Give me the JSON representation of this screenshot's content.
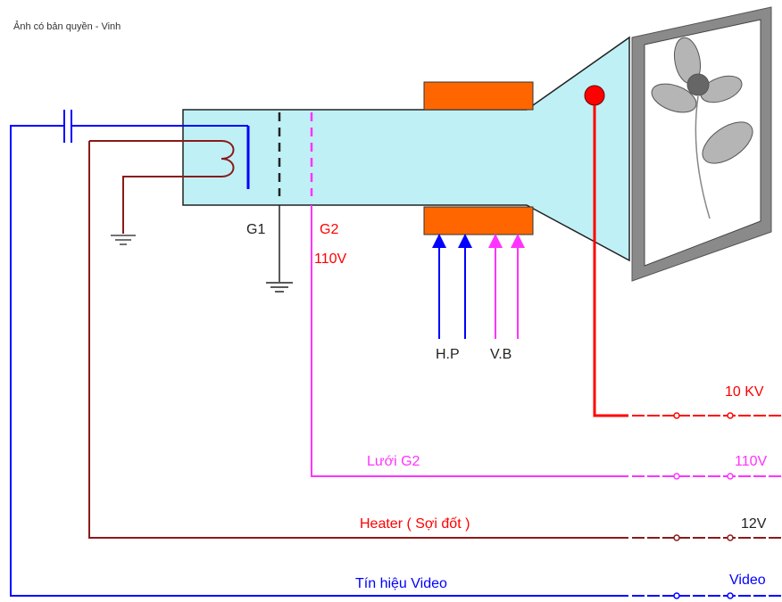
{
  "watermark": "Ảnh có bản quyền - Vinh",
  "labels": {
    "g1": "G1",
    "g2": "G2",
    "g2_voltage": "110V",
    "hp": "H.P",
    "vb": "V.B",
    "anode_voltage": "10 KV",
    "grid2_caption": "Lưới G2",
    "grid2_voltage": "110V",
    "heater_caption": "Heater ( Sợi đốt )",
    "heater_voltage": "12V",
    "video_caption": "Tín hiệu Video",
    "video_terminal": "Video"
  },
  "colors": {
    "tube_fill": "#bff0f5",
    "coil": "#ff6600",
    "blue": "#0000ff",
    "red": "#ff0000",
    "dark_red": "#8b1a1a",
    "magenta": "#ff33ff",
    "grey_frame": "#7a7a7a"
  }
}
